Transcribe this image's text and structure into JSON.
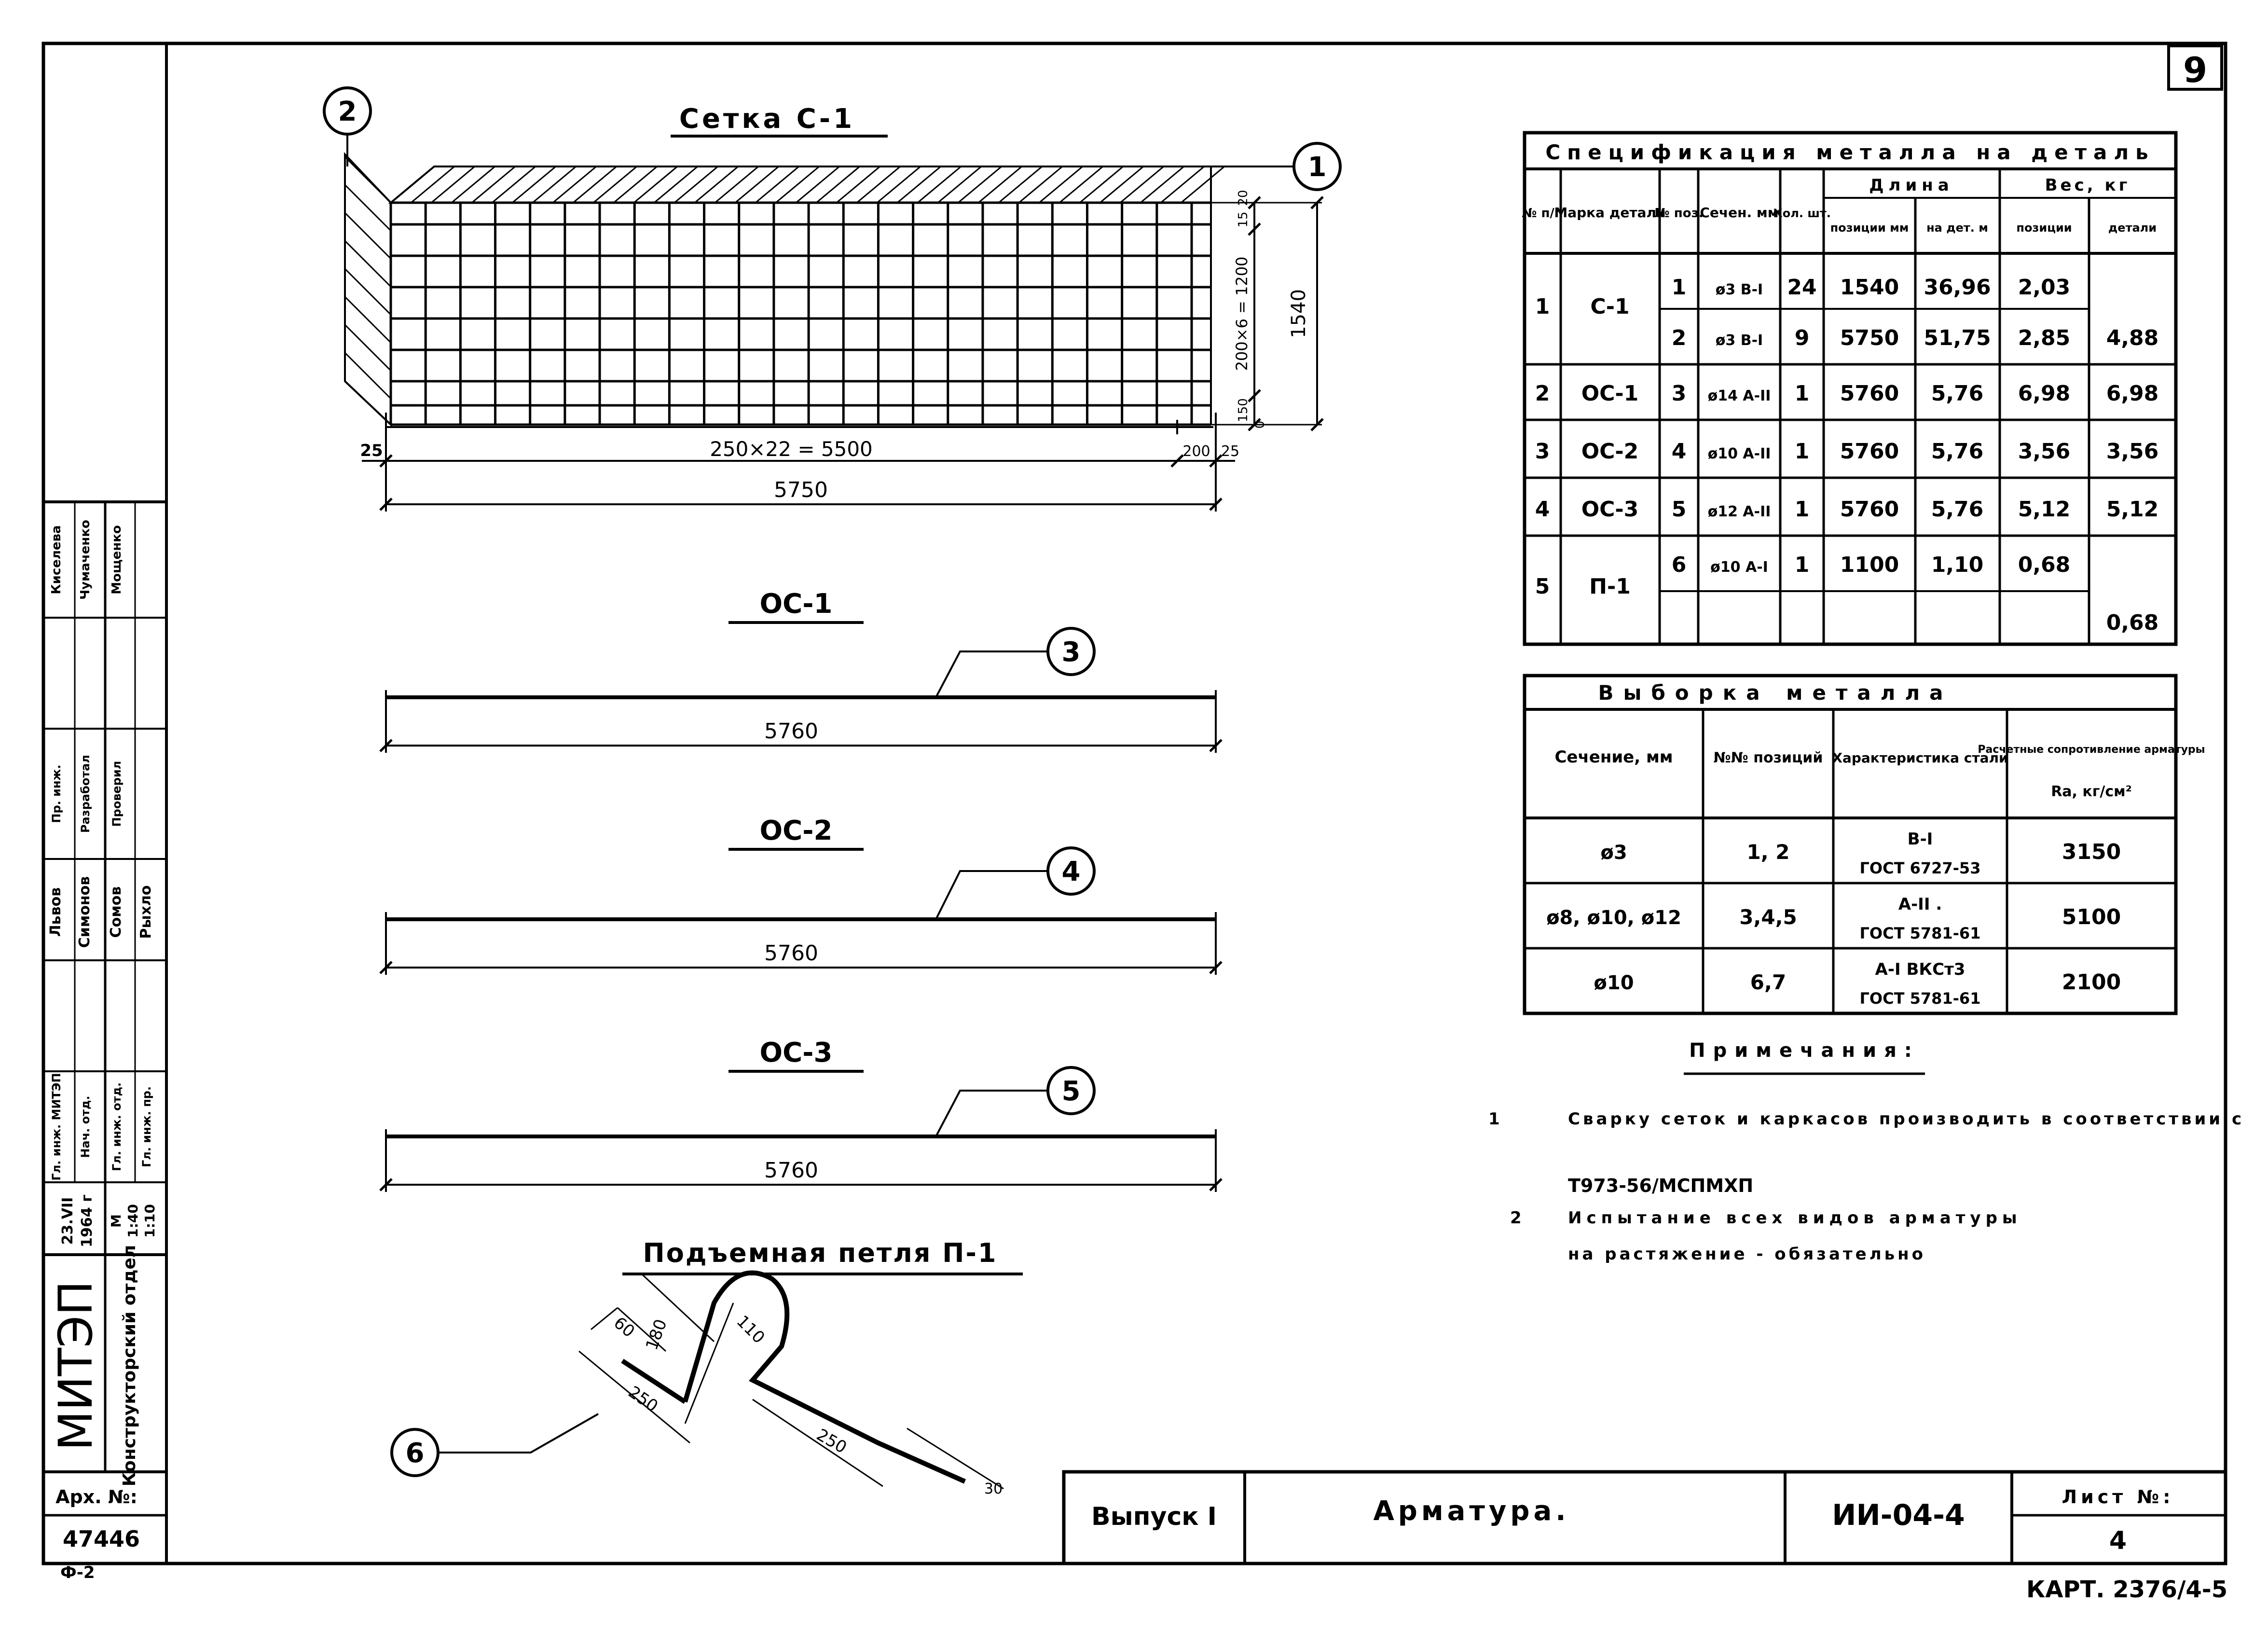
{
  "sheet_number": "9",
  "mesh": {
    "title": "Сетка С-1",
    "callout_1": "1",
    "callout_2": "2",
    "dim_spacing": "250×22 = 5500",
    "dim_left": "25",
    "dim_right": "200",
    "dim_right2": "25",
    "dim_total": "5750",
    "dim_height": "1540",
    "dim_v_spacing": "200×6 = 1200",
    "dim_v_top": "15",
    "dim_v_top2": "20",
    "dim_v_bottom": "150",
    "dim_v_bottom2": "0"
  },
  "bars": [
    {
      "title": "ОС-1",
      "callout": "3",
      "length": "5760"
    },
    {
      "title": "ОС-2",
      "callout": "4",
      "length": "5760"
    },
    {
      "title": "ОС-3",
      "callout": "5",
      "length": "5760"
    }
  ],
  "loop": {
    "title": "Подъемная петля П-1",
    "callout": "6",
    "dims": {
      "a": "60",
      "b": "180",
      "c": "110",
      "d": "250",
      "e": "250",
      "f": "30"
    }
  },
  "spec_table": {
    "title": "Спецификация металла на деталь",
    "headers": {
      "num": "№ п/п",
      "mark": "Марка детали",
      "pos": "№ поз.",
      "section": "Сечен. мм",
      "qty": "Кол. шт.",
      "length": "Длина",
      "length_pos": "позиции мм",
      "length_det": "на дет. м",
      "weight": "Вес, кг",
      "weight_pos": "позиции",
      "weight_det": "детали"
    },
    "rows": [
      {
        "num": "1",
        "mark": "С-1",
        "pos": "1",
        "section": "ø3 В-I",
        "qty": "24",
        "len_pos": "1540",
        "len_det": "36,96",
        "w_pos": "2,03",
        "w_det": ""
      },
      {
        "num": "",
        "mark": "",
        "pos": "2",
        "section": "ø3 В-I",
        "qty": "9",
        "len_pos": "5750",
        "len_det": "51,75",
        "w_pos": "2,85",
        "w_det": "4,88"
      },
      {
        "num": "2",
        "mark": "ОС-1",
        "pos": "3",
        "section": "ø14 А-II",
        "qty": "1",
        "len_pos": "5760",
        "len_det": "5,76",
        "w_pos": "6,98",
        "w_det": "6,98"
      },
      {
        "num": "3",
        "mark": "ОС-2",
        "pos": "4",
        "section": "ø10 А-II",
        "qty": "1",
        "len_pos": "5760",
        "len_det": "5,76",
        "w_pos": "3,56",
        "w_det": "3,56"
      },
      {
        "num": "4",
        "mark": "ОС-3",
        "pos": "5",
        "section": "ø12 А-II",
        "qty": "1",
        "len_pos": "5760",
        "len_det": "5,76",
        "w_pos": "5,12",
        "w_det": "5,12"
      },
      {
        "num": "5",
        "mark": "П-1",
        "pos": "6",
        "section": "ø10 А-I",
        "qty": "1",
        "len_pos": "1100",
        "len_det": "1,10",
        "w_pos": "0,68",
        "w_det": "0,68"
      }
    ]
  },
  "metal_table": {
    "title": "Выборка металла",
    "headers": {
      "section": "Сечение, мм",
      "positions": "№№ позиций",
      "steel": "Характеристика стали",
      "resist": "Расчетные сопротивление арматуры",
      "resist_unit": "Rа, кг/см²"
    },
    "rows": [
      {
        "section": "ø3",
        "positions": "1, 2",
        "steel1": "В-I",
        "steel2": "ГОСТ 6727-53",
        "resist": "3150"
      },
      {
        "section": "ø8, ø10, ø12",
        "positions": "3,4,5",
        "steel1": "А-II .",
        "steel2": "ГОСТ 5781-61",
        "resist": "5100"
      },
      {
        "section": "ø10",
        "positions": "6,7",
        "steel1": "А-I ВКСт3",
        "steel2": "ГОСТ 5781-61",
        "resist": "2100"
      }
    ]
  },
  "notes": {
    "title": "Примечания:",
    "items": [
      {
        "num": "1",
        "line1": "Сварку сеток и каркасов производить в соответствии с",
        "line2": "Т973-56/МСПМХП"
      },
      {
        "num": "2",
        "line1": "Испытание всех видов арматуры",
        "line2": "на растяжение - обязательно"
      }
    ]
  },
  "stamp": {
    "issue": "Выпуск I",
    "title": "Арматура.",
    "code": "ИИ-04-4",
    "sheet_label": "Лист №:",
    "sheet_num": "4"
  },
  "side_stamp": {
    "org": "МИТЭП",
    "dept": "Конструкторский отдел",
    "date1": "23.VII",
    "date2": "1964 г",
    "scale_label": "М",
    "scale1": "1:40",
    "scale2": "1:10",
    "arch_label": "Арх. №:",
    "arch_num": "47446",
    "roles": [
      {
        "role": "Гл. инж. МИТЭП",
        "name": "Львов"
      },
      {
        "role": "Нач. отд.",
        "name": "Симонов"
      },
      {
        "role": "Гл. инж. отд.",
        "name": "Сомов"
      },
      {
        "role": "Гл. инж. пр.",
        "name": "Рыхло"
      },
      {
        "role": "Пр. инж.",
        "name": "Киселева"
      },
      {
        "role": "Разработал",
        "name": "Чумаченко"
      },
      {
        "role": "Проверил",
        "name": "Мощенко"
      }
    ]
  },
  "bottom_left": "Ф-2",
  "card_ref": "КАРТ. 2376/4-5"
}
